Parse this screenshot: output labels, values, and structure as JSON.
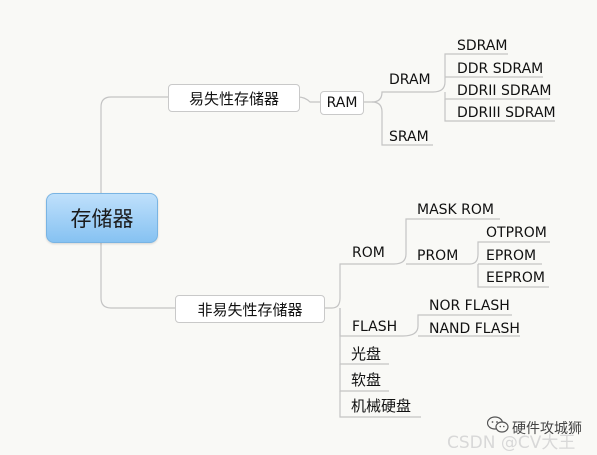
{
  "root": {
    "label": "存储器"
  },
  "volatile": {
    "label": "易失性存储器",
    "ram": {
      "label": "RAM",
      "dram": {
        "label": "DRAM",
        "types": [
          "SDRAM",
          "DDR SDRAM",
          "DDRII SDRAM",
          "DDRIII SDRAM"
        ]
      },
      "sram": {
        "label": "SRAM"
      }
    }
  },
  "nonvolatile": {
    "label": "非易失性存储器",
    "rom": {
      "label": "ROM",
      "mask_rom": "MASK ROM",
      "prom": {
        "label": "PROM",
        "types": [
          "OTPROM",
          "EPROM",
          "EEPROM"
        ]
      }
    },
    "flash": {
      "label": "FLASH",
      "types": [
        "NOR FLASH",
        "NAND FLASH"
      ]
    },
    "others": [
      "光盘",
      "软盘",
      "机械硬盘"
    ]
  },
  "watermark": {
    "account": "硬件攻城狮",
    "csdn": "CSDN @CV大王"
  },
  "colors": {
    "line": "#c4c4c4",
    "root_fill_top": "#bfe0fb",
    "root_fill_bottom": "#86c2f2"
  }
}
